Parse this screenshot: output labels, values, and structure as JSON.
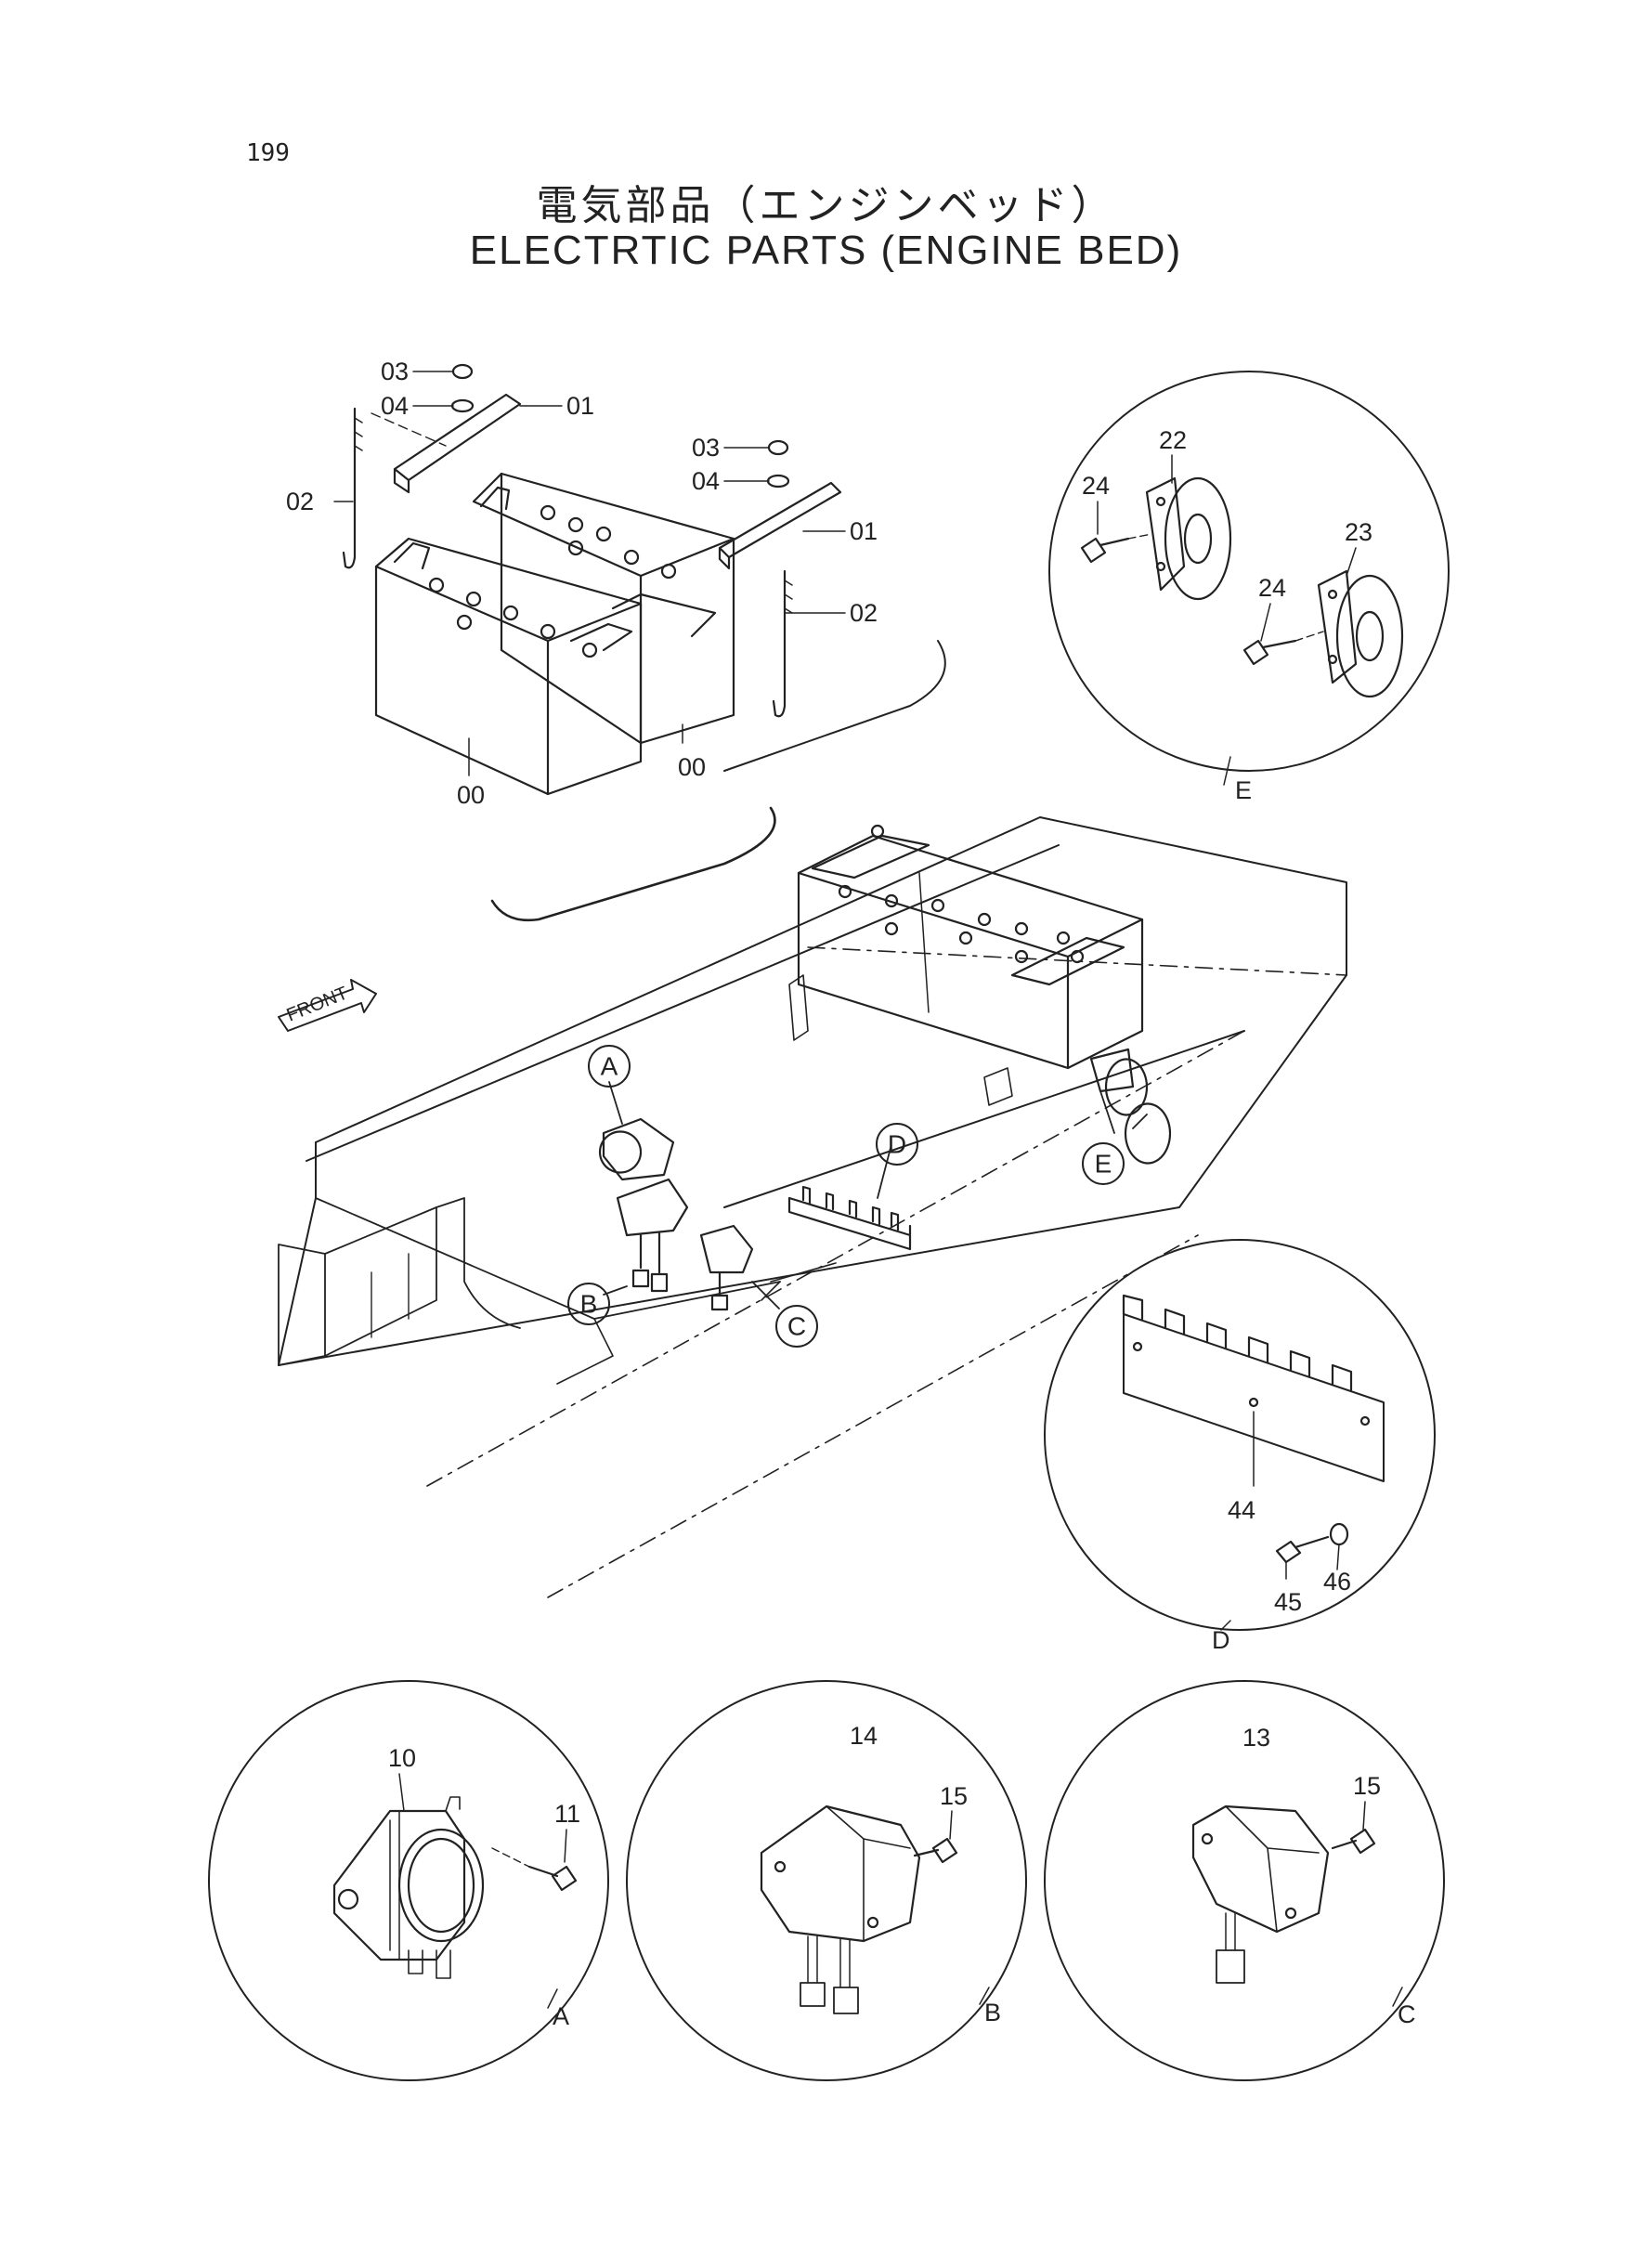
{
  "page_number": "199",
  "title": {
    "japanese": "電気部品（エンジンベッド）",
    "english": "ELECTRTIC PARTS (ENGINE BED)"
  },
  "front_marker": "FRONT",
  "part_labels": {
    "battery_left": "00",
    "battery_right": "00",
    "bracket_left": "01",
    "bracket_right": "01",
    "rod_left": "02",
    "rod_right": "02",
    "nut_left": "03",
    "nut_right": "03",
    "washer_left": "04",
    "washer_right": "04",
    "relay_a": "10",
    "bolt_a": "11",
    "unit_c": "13",
    "unit_b": "14",
    "bolt_b": "15",
    "bolt_c": "15",
    "horn_1": "22",
    "horn_2": "23",
    "horn_bolt_1": "24",
    "horn_bolt_2": "24",
    "plate_d": "44",
    "bolt_d": "45",
    "washer_d": "46"
  },
  "callouts": {
    "a": "A",
    "b": "B",
    "c": "C",
    "d": "D",
    "e": "E"
  },
  "detail_tags": {
    "a": "A",
    "b": "B",
    "c": "C",
    "d": "D",
    "e": "E"
  }
}
